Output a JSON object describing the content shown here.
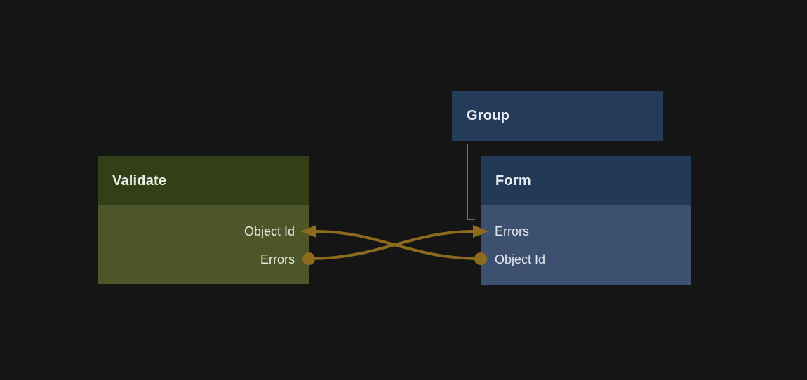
{
  "canvas": {
    "background": "#151515"
  },
  "colors": {
    "edge_gold": "#8d6b1e",
    "group_link_gray": "#6e6e6e",
    "group_header": "#243b59",
    "validate_header": "#333f17",
    "validate_body": "#4c5629",
    "form_header": "#223a58",
    "form_body": "#3e5070",
    "title_text": "#e9ebee",
    "port_text": "#e6e8e3"
  },
  "nodes": {
    "group": {
      "title": "Group"
    },
    "validate": {
      "title": "Validate",
      "ports": [
        {
          "label": "Object Id",
          "role": "input"
        },
        {
          "label": "Errors",
          "role": "output"
        }
      ]
    },
    "form": {
      "title": "Form",
      "ports": [
        {
          "label": "Errors",
          "role": "input"
        },
        {
          "label": "Object Id",
          "role": "output"
        }
      ]
    }
  },
  "edges": [
    {
      "from": "Validate.Errors",
      "to": "Form.Errors",
      "type": "data-flow"
    },
    {
      "from": "Form.Object Id",
      "to": "Validate.Object Id",
      "type": "data-flow"
    },
    {
      "from": "Group",
      "to": "Form",
      "type": "parent-link"
    }
  ]
}
